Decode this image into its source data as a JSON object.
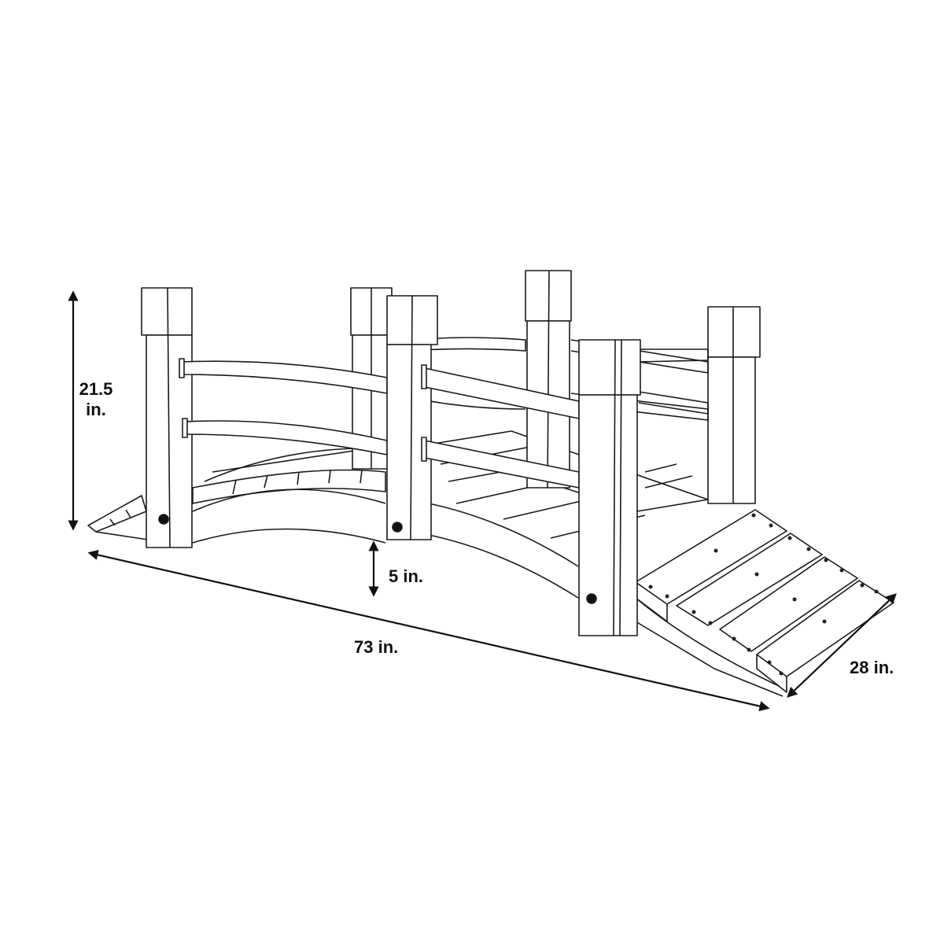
{
  "diagram": {
    "subject": "Arched wooden garden bridge with rails",
    "style": "black line drawing on white",
    "colors": {
      "background": "#ffffff",
      "line": "#1a1a1a",
      "label": "#111111"
    }
  },
  "dimensions": {
    "height": {
      "value": "21.5",
      "unit": "in.",
      "line1": "21.5",
      "line2": "in."
    },
    "clearance": {
      "label": "5 in."
    },
    "length": {
      "label": "73 in."
    },
    "width": {
      "label": "28 in."
    }
  }
}
